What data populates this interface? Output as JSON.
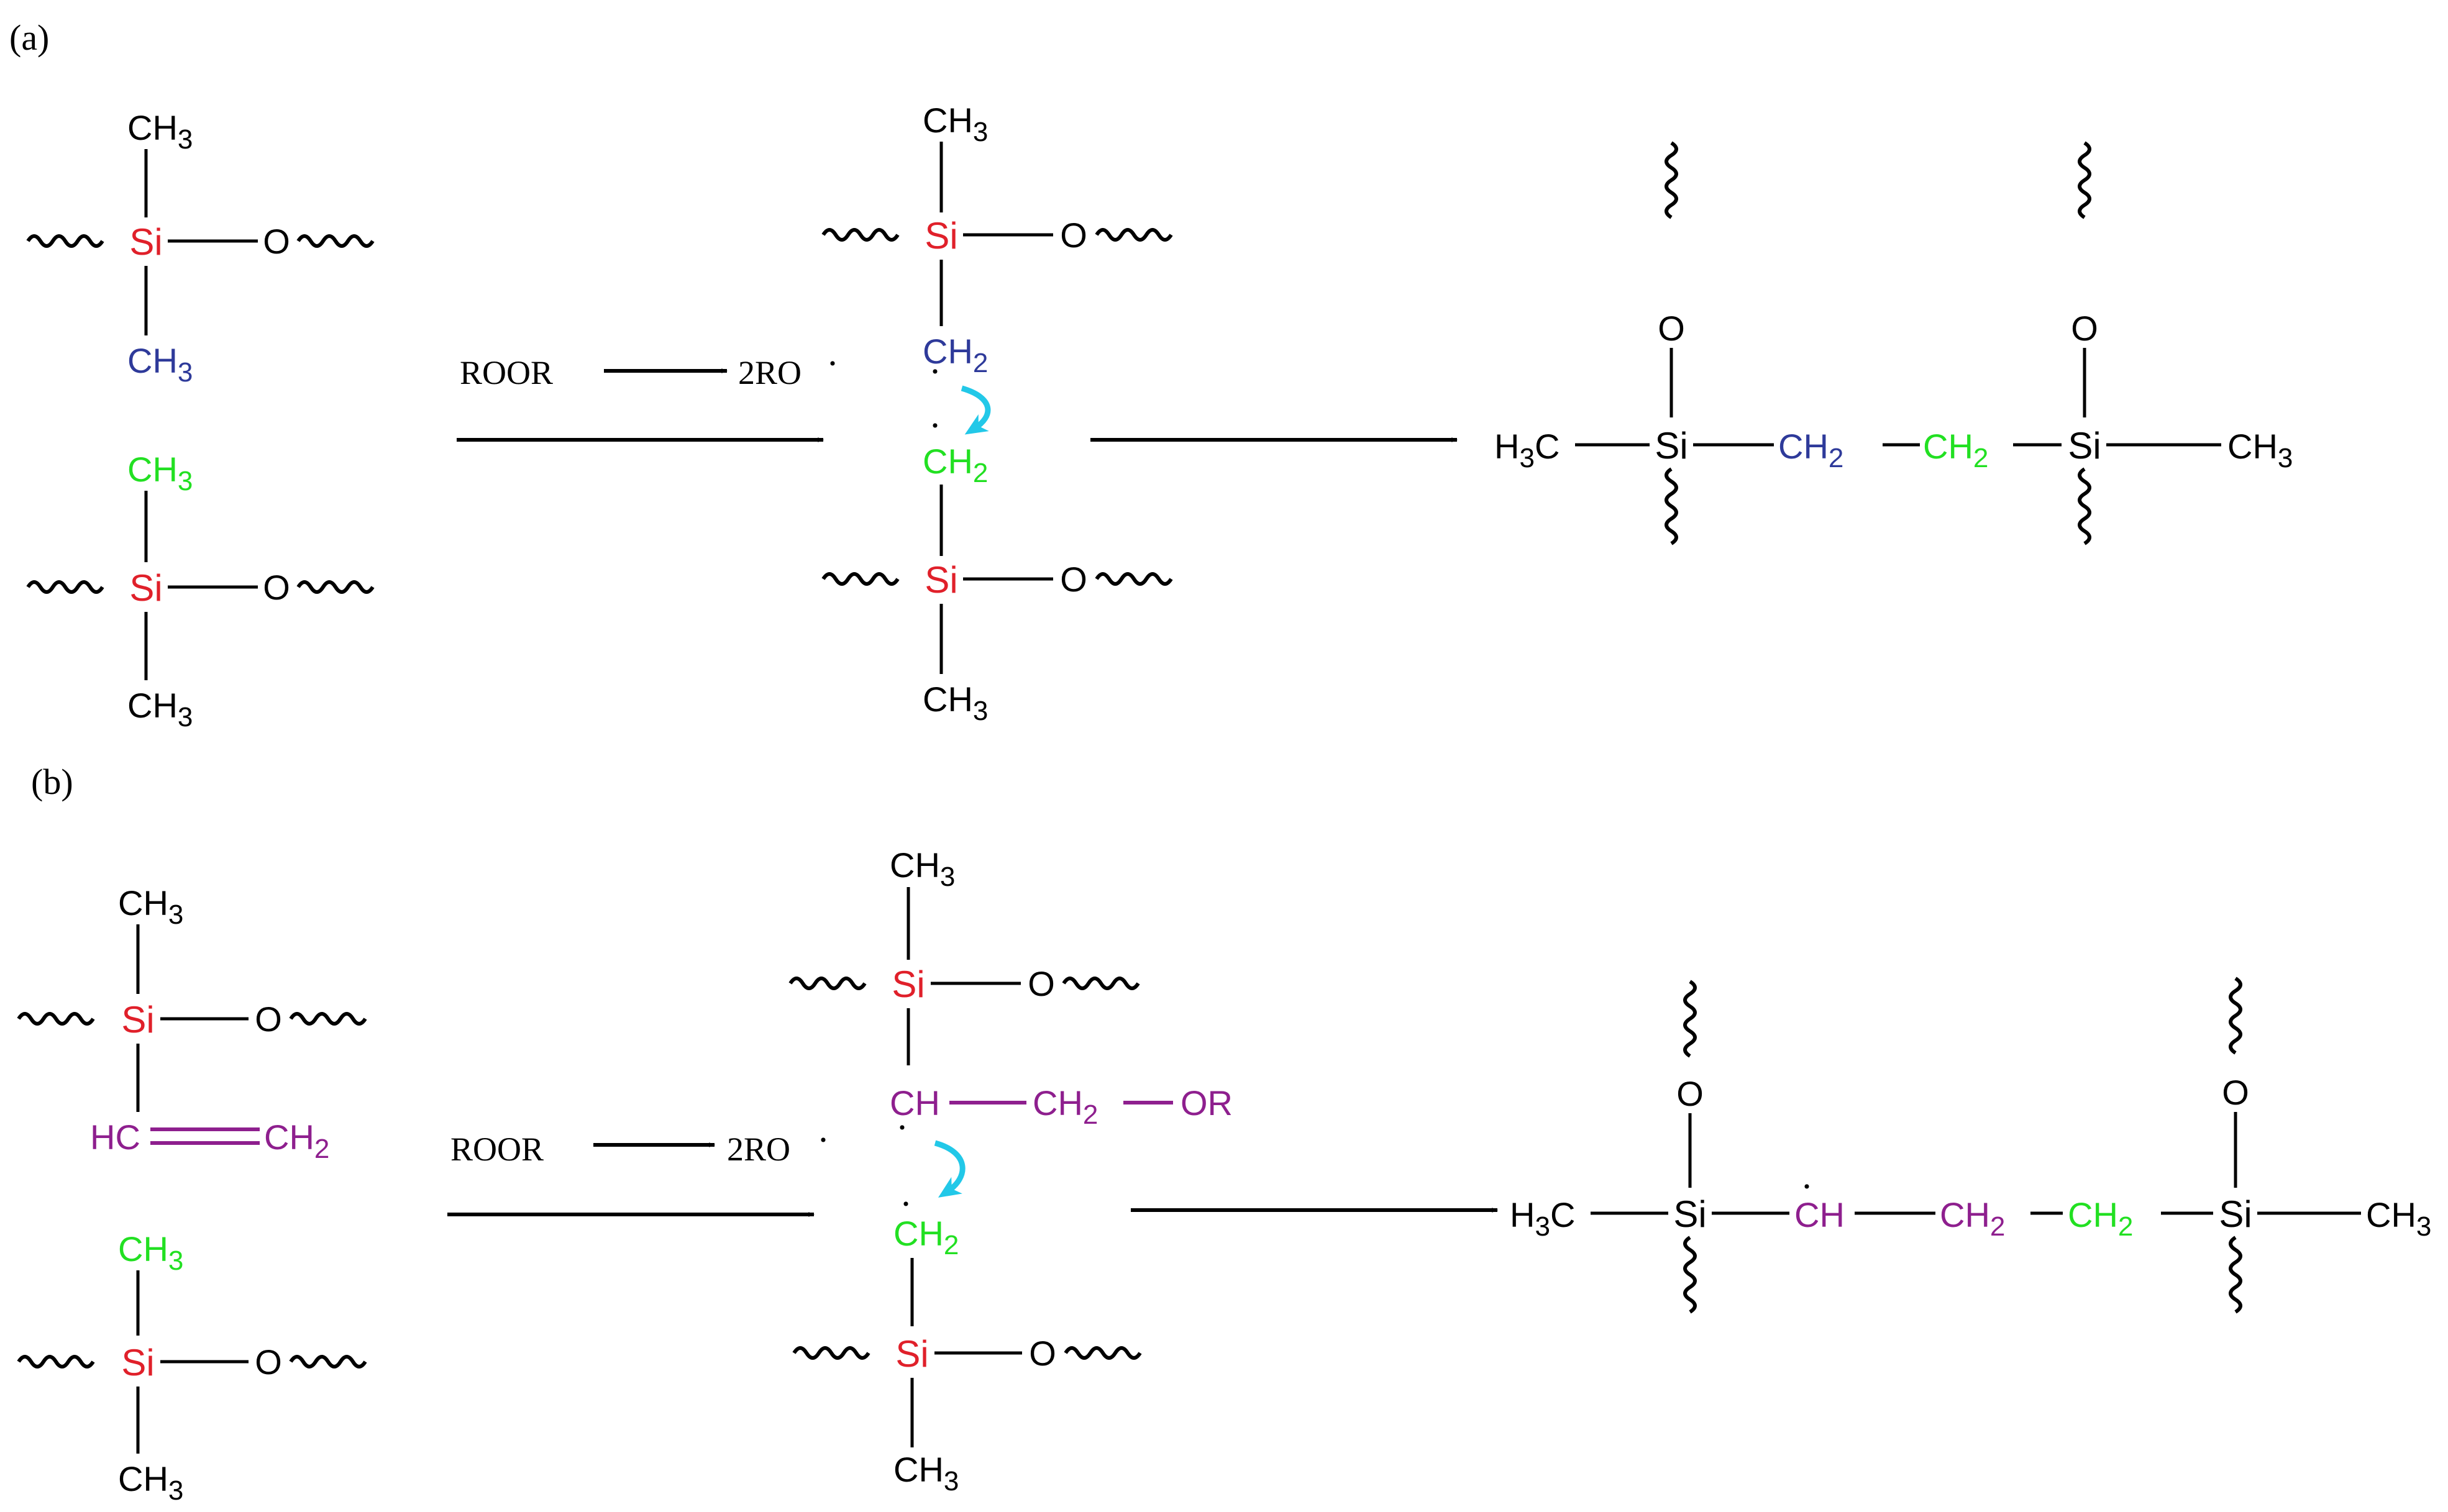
{
  "colors": {
    "black": "#000000",
    "silicon": "#e0202a",
    "blue_methyl": "#2e3a9a",
    "green_methyl": "#22e022",
    "vinyl": "#8e1f8e",
    "arrow_curved": "#22c8e8"
  },
  "panels": {
    "a": {
      "label": "(a)"
    },
    "b": {
      "label": "(b)"
    }
  },
  "text": {
    "si": "Si",
    "o": "O",
    "ch3": "CH",
    "h3c": "H",
    "sub3": "3",
    "c": "C",
    "ch2": "CH",
    "sub2": "2",
    "hc": "HC",
    "ch": "CH",
    "or": "OR",
    "roor": "ROOR",
    "two_ro": "2RO",
    "radical_dot": "·"
  }
}
